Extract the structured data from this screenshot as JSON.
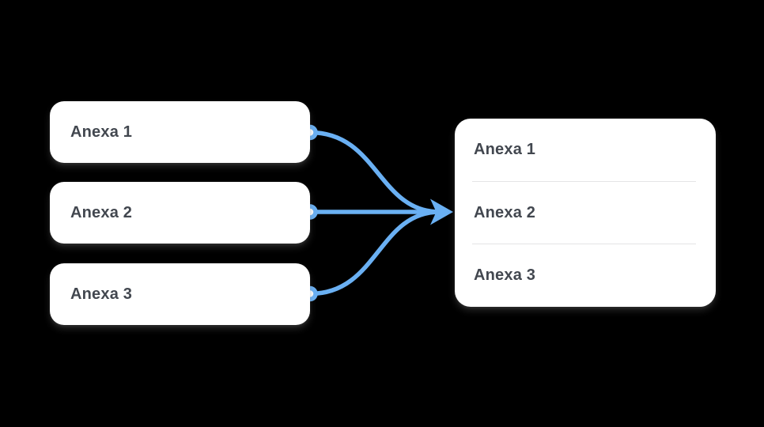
{
  "diagram": {
    "colors": {
      "background": "#000000",
      "node_background": "#FFFFFF",
      "edge_blue": "#6AB0F3",
      "label_text": "#42474F",
      "divider": "#E4E4E6"
    },
    "sources": [
      {
        "label": "Anexa 1"
      },
      {
        "label": "Anexa 2"
      },
      {
        "label": "Anexa 3"
      }
    ],
    "target": {
      "rows": [
        {
          "label": "Anexa 1"
        },
        {
          "label": "Anexa 2"
        },
        {
          "label": "Anexa 3"
        }
      ]
    }
  }
}
